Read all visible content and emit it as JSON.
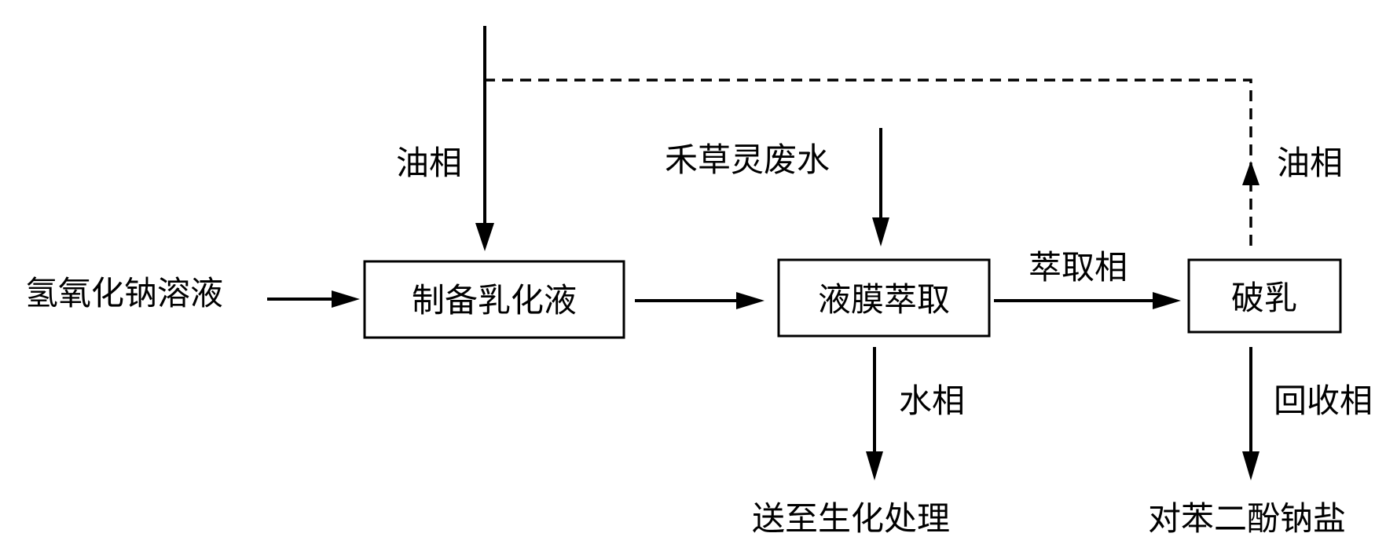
{
  "diagram": {
    "nodes": {
      "prepare_emulsion": "制备乳化液",
      "membrane_extraction": "液膜萃取",
      "demulsification": "破乳"
    },
    "labels": {
      "naoh_solution": "氢氧化钠溶液",
      "oil_phase_in": "油相",
      "glyphosate_wastewater": "禾草灵废水",
      "extract_phase": "萃取相",
      "oil_phase_recycle": "油相",
      "aqueous_phase": "水相",
      "to_biochemical": "送至生化处理",
      "recovery_phase": "回收相",
      "product_salt": "对苯二酚钠盐"
    }
  }
}
